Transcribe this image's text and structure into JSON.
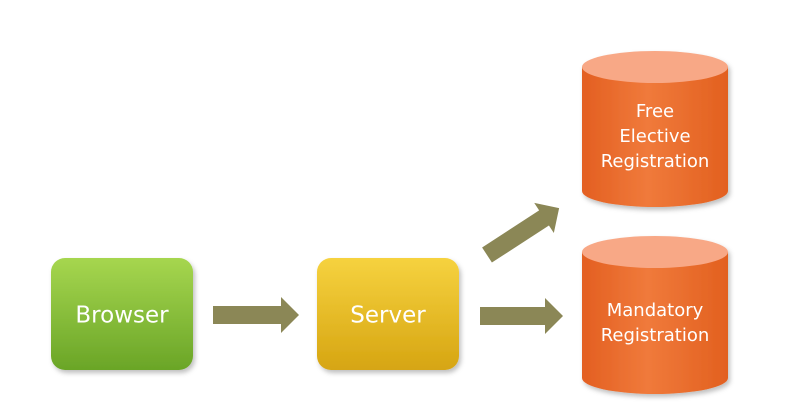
{
  "nodes": {
    "browser": {
      "label": "Browser",
      "color_top": "#9fd14a",
      "color_bottom": "#6ea82a"
    },
    "server": {
      "label": "Server",
      "color_top": "#f4cf3e",
      "color_bottom": "#d9a811"
    },
    "free_elective_db": {
      "lines": [
        "Free",
        "Elective",
        "Registration"
      ],
      "color_top": "#f8a886",
      "color_body": "#ec6a2a"
    },
    "mandatory_db": {
      "lines": [
        "Mandatory",
        "Registration"
      ],
      "color_top": "#f8a886",
      "color_body": "#ec6a2a"
    }
  },
  "arrows": {
    "color": "#8b8756"
  }
}
